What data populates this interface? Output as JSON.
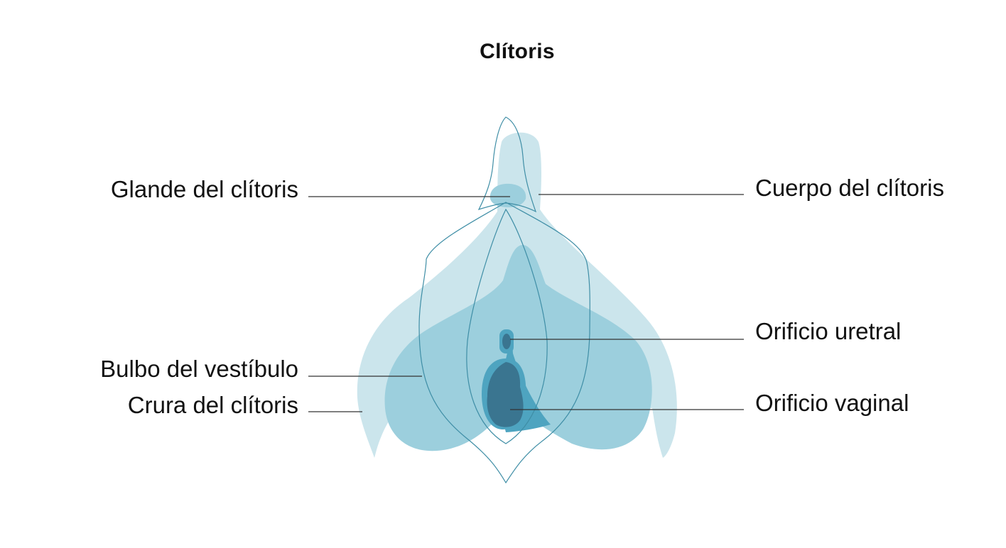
{
  "title": "Clítoris",
  "labels": {
    "glande": "Glande del clítoris",
    "cuerpo": "Cuerpo del clítoris",
    "bulbo": "Bulbo del vestíbulo",
    "crura": "Crura del clítoris",
    "uretral": "Orificio uretral",
    "vaginal": "Orificio vaginal"
  },
  "colors": {
    "light_teal": "#cbe5ec",
    "mid_teal": "#9ccfdd",
    "deep_teal": "#4ea4c0",
    "dark_teal": "#3a7590",
    "outline": "#3f8ea6",
    "leader": "#333333"
  }
}
